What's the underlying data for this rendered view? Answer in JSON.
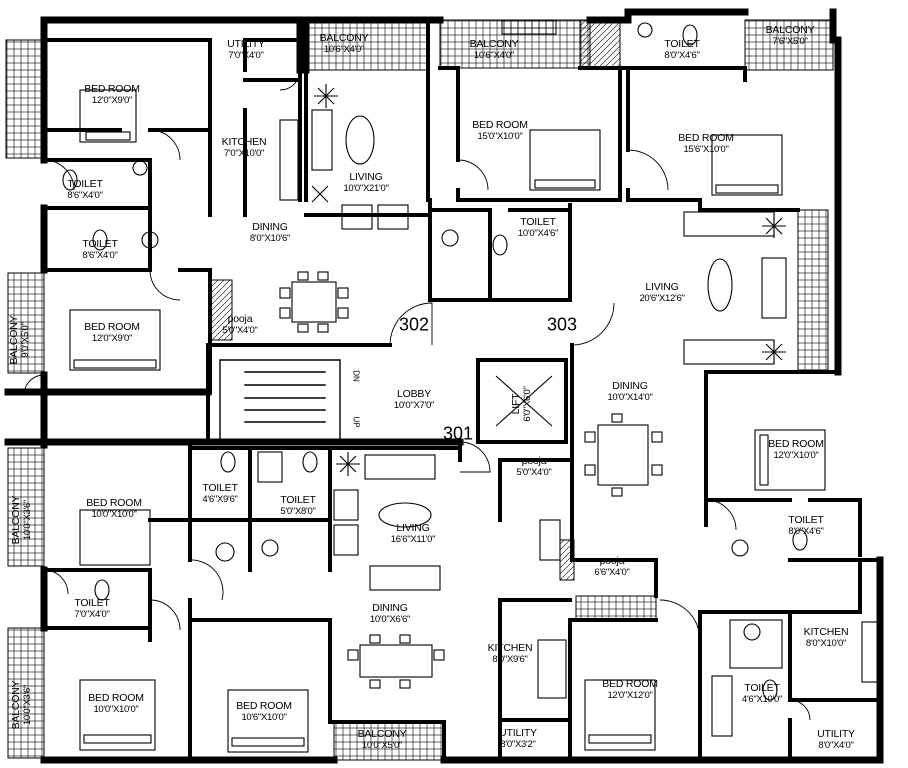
{
  "flats": {
    "f301": "301",
    "f302": "302",
    "f303": "303"
  },
  "lobby": {
    "name": "LOBBY",
    "dim": "10'0\"X7'0\""
  },
  "lift": {
    "name": "LIFT",
    "dim": "6'0\"X6'0\""
  },
  "stairs": {
    "dn": "DN",
    "up": "UP"
  },
  "rooms": {
    "bed_nw": {
      "name": "BED ROOM",
      "dim": "12'0\"X9'0\""
    },
    "toilet_nw1": {
      "name": "TOILET",
      "dim": "8'6\"X4'0\""
    },
    "toilet_nw2": {
      "name": "TOILET",
      "dim": "8'6\"X4'0\""
    },
    "bed_w2": {
      "name": "BED ROOM",
      "dim": "12'0\"X9'0\""
    },
    "balcony_w": {
      "name": "BALCONY",
      "dim": "9'0\"X5'0\""
    },
    "utility_n": {
      "name": "UTILITY",
      "dim": "7'0\"X4'0\""
    },
    "kitchen_n": {
      "name": "KITCHEN",
      "dim": "7'0\"X10'0\""
    },
    "dining_302": {
      "name": "DINING",
      "dim": "8'0\"X10'6\""
    },
    "pooja_302": {
      "name": "pooja",
      "dim": "5'0\"X4'0\""
    },
    "balcony_n1": {
      "name": "BALCONY",
      "dim": "10'6\"X4'0\""
    },
    "living_302": {
      "name": "LIVING",
      "dim": "10'0\"X21'0\""
    },
    "balcony_n2": {
      "name": "BALCONY",
      "dim": "10'6\"X4'0\""
    },
    "bed_n_mid": {
      "name": "BED ROOM",
      "dim": "15'0\"X10'0\""
    },
    "toilet_n_mid": {
      "name": "TOILET",
      "dim": "10'0\"X4'6\""
    },
    "toilet_ne": {
      "name": "TOILET",
      "dim": "8'0\"X4'6\""
    },
    "balcony_ne": {
      "name": "BALCONY",
      "dim": "7'6\"X5'0\""
    },
    "bed_ne": {
      "name": "BED ROOM",
      "dim": "15'6\"X10'0\""
    },
    "living_303": {
      "name": "LIVING",
      "dim": "20'6\"X12'6\""
    },
    "dining_303": {
      "name": "DINING",
      "dim": "10'0\"X14'0\""
    },
    "bed_e": {
      "name": "BED ROOM",
      "dim": "12'0\"X10'0\""
    },
    "toilet_e": {
      "name": "TOILET",
      "dim": "8'0\"X4'6\""
    },
    "pooja_303": {
      "name": "pooja",
      "dim": "6'6\"X4'0\""
    },
    "kitchen_e": {
      "name": "KITCHEN",
      "dim": "8'0\"X10'0\""
    },
    "toilet_se": {
      "name": "TOILET",
      "dim": "4'6\"X10'0\""
    },
    "utility_se": {
      "name": "UTILITY",
      "dim": "8'0\"X4'0\""
    },
    "bed_s_mid": {
      "name": "BED ROOM",
      "dim": "12'0\"X12'0\""
    },
    "kitchen_s": {
      "name": "KITCHEN",
      "dim": "8'0\"X9'6\""
    },
    "utility_s": {
      "name": "UTILITY",
      "dim": "8'0\"X3'2\""
    },
    "pooja_301": {
      "name": "pooja",
      "dim": "5'0\"X4'0\""
    },
    "balcony_s": {
      "name": "BALCONY",
      "dim": "10'0\"X5'0\""
    },
    "dining_301": {
      "name": "DINING",
      "dim": "10'0\"X6'6\""
    },
    "living_301": {
      "name": "LIVING",
      "dim": "16'6\"X11'0\""
    },
    "toilet_301a": {
      "name": "TOILET",
      "dim": "4'6\"X9'6\""
    },
    "toilet_301b": {
      "name": "TOILET",
      "dim": "5'0\"X8'0\""
    },
    "bed_sw1": {
      "name": "BED ROOM",
      "dim": "10'0\"X10'0\""
    },
    "balcony_sw1": {
      "name": "BALCONY",
      "dim": "10'0\"X3'6\""
    },
    "toilet_sw": {
      "name": "TOILET",
      "dim": "7'0\"X4'0\""
    },
    "bed_sw2": {
      "name": "BED ROOM",
      "dim": "10'0\"X10'0\""
    },
    "balcony_sw2": {
      "name": "BALCONY",
      "dim": "10'0\"X3'6\""
    },
    "bed_s2": {
      "name": "BED ROOM",
      "dim": "10'6\"X10'0\""
    }
  }
}
